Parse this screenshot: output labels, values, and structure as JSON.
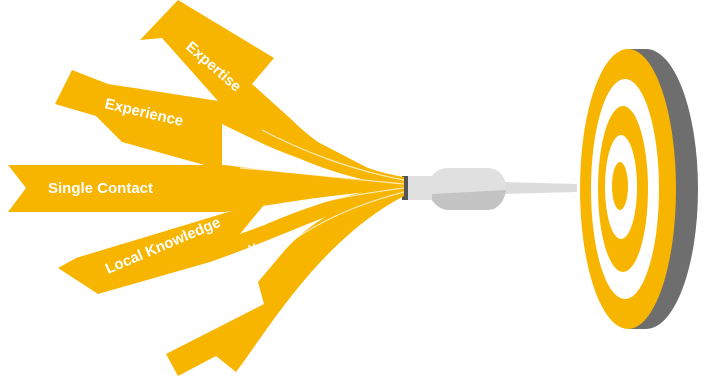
{
  "colors": {
    "flight": "#f7b500",
    "flight_crease": "#d99a00",
    "shaft": "#e0e0e0",
    "shaft_shadow": "#c4c4c4",
    "tip": "#dcdcdc",
    "target_yellow": "#f7b500",
    "target_white": "#ffffff",
    "target_side": "#6e6e6e",
    "label_text": "#ffffff"
  },
  "flights": [
    {
      "label": "Expertise"
    },
    {
      "label": "Experience"
    },
    {
      "label": "Single Contact"
    },
    {
      "label": "Local Knowledge"
    },
    {
      "label": "Global Network"
    }
  ],
  "icons": {
    "dart": "dart-icon",
    "target": "target-icon"
  }
}
